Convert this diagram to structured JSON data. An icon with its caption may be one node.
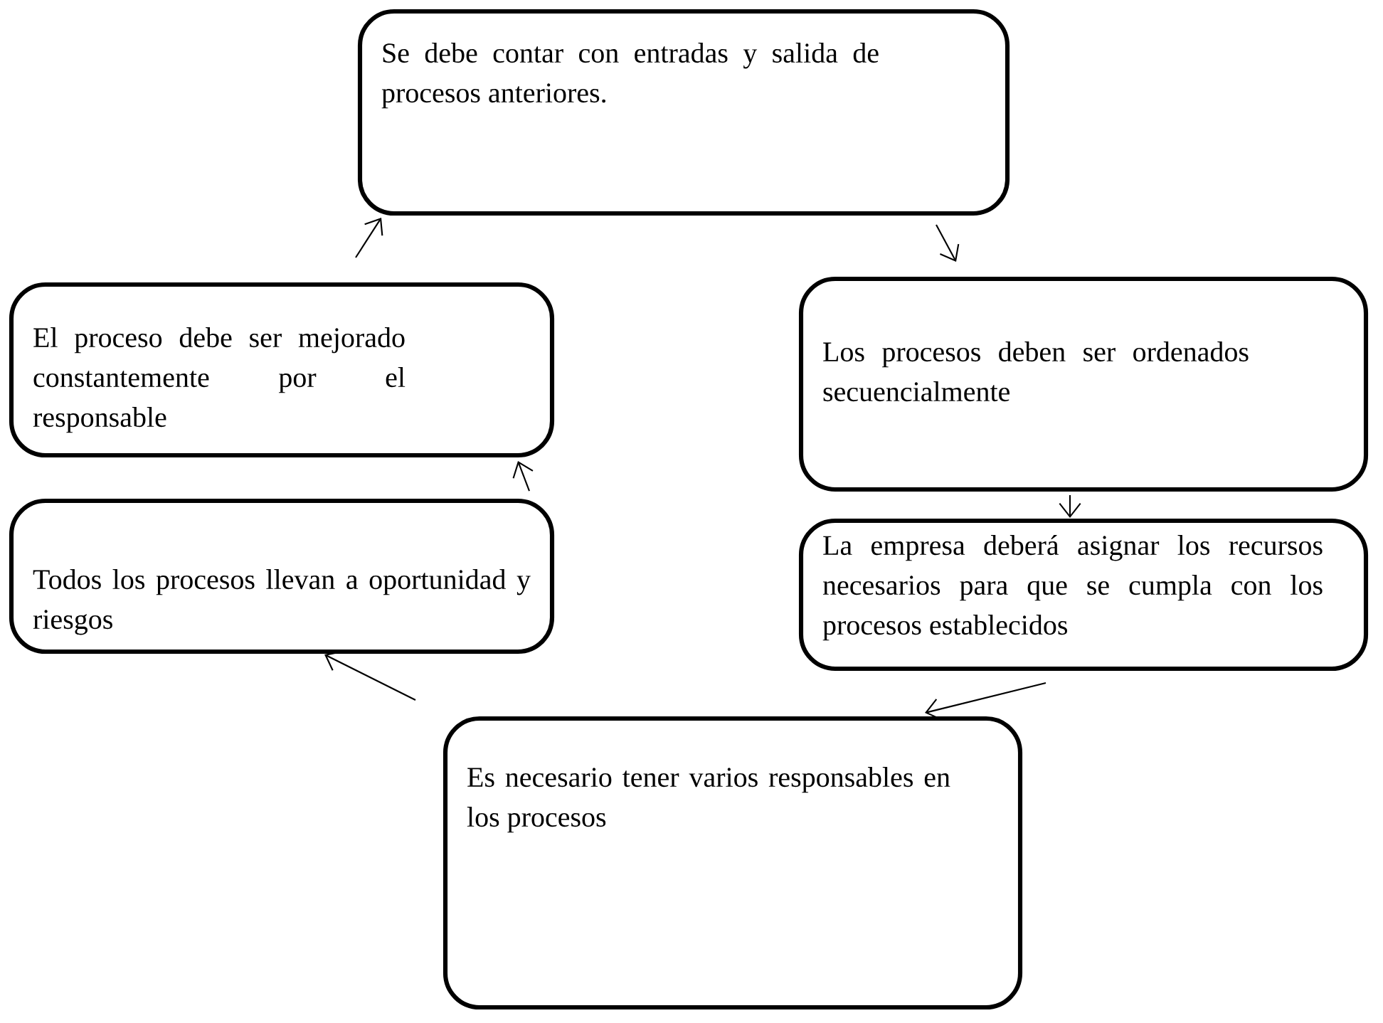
{
  "diagram": {
    "nodes": [
      {
        "text": [
          "Se debe contar con entradas y salida de procesos anteriores."
        ]
      },
      {
        "text": [
          "Los procesos deben ser ordenados secuencialmente"
        ]
      },
      {
        "text": [
          "La empresa deberá asignar los recursos necesarios para que se cumpla con los procesos establecidos"
        ]
      },
      {
        "text": [
          "Es necesario tener varios responsables en los procesos"
        ]
      },
      {
        "text": [
          "Todos los procesos llevan a oportunidad y riesgos"
        ]
      },
      {
        "text": [
          "El proceso debe ser mejorado constantemente por el responsable"
        ]
      }
    ],
    "edges": [
      {
        "from": 0,
        "to": 1,
        "arrow": "to"
      },
      {
        "from": 1,
        "to": 2,
        "arrow": "to"
      },
      {
        "from": 2,
        "to": 3,
        "arrow": "to"
      },
      {
        "from": 3,
        "to": 4,
        "arrow": "to"
      },
      {
        "from": 4,
        "to": 5,
        "arrow": "to"
      },
      {
        "from": 5,
        "to": 0,
        "arrow": "to"
      }
    ]
  }
}
